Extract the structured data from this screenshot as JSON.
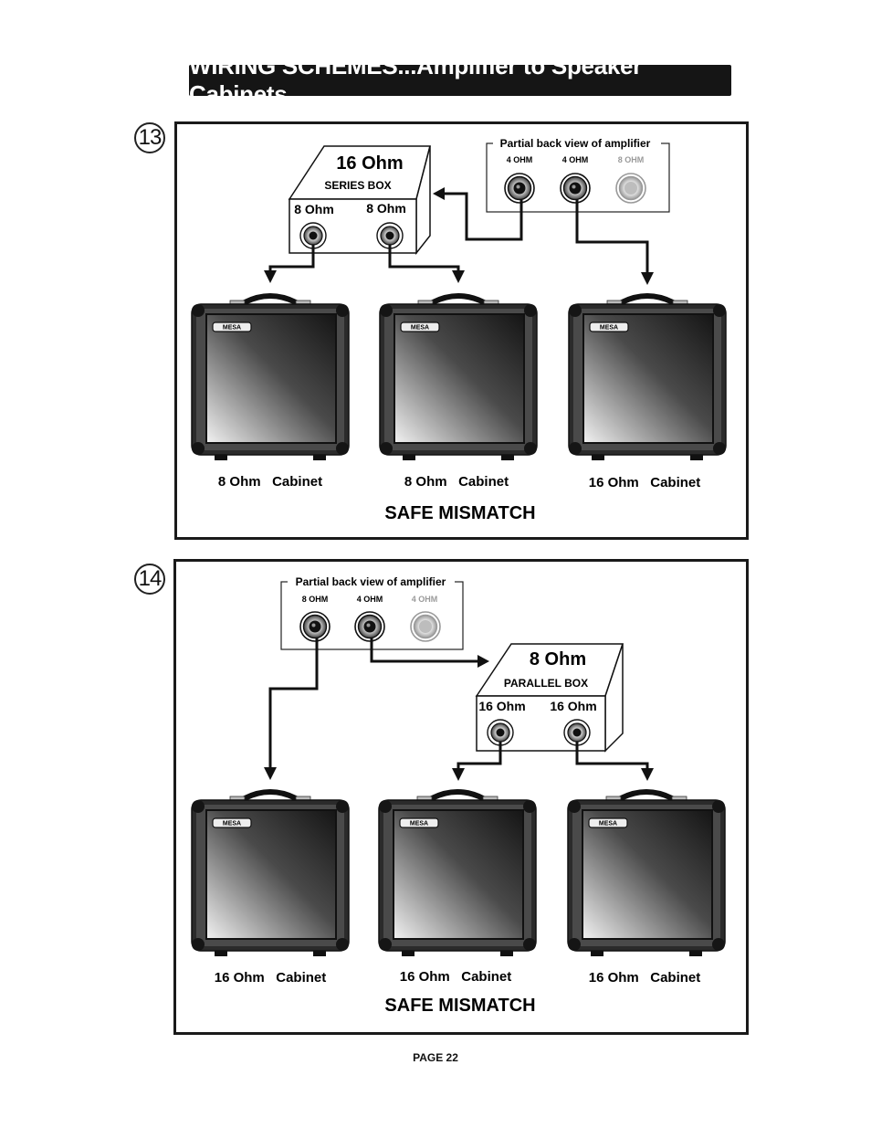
{
  "title": "WIRING SCHEMES...Amplifier to Speaker Cabinets",
  "page_number": "PAGE 22",
  "figures": [
    {
      "number": "13",
      "amp_panel": {
        "label": "Partial back view of amplifier",
        "jacks": [
          "4 OHM",
          "4 OHM",
          "8 OHM"
        ]
      },
      "box": {
        "impedance": "16 Ohm",
        "type": "SERIES BOX",
        "outputs": [
          "8 Ohm",
          "8 Ohm"
        ]
      },
      "cabinets": [
        {
          "label": "8 Ohm   Cabinet",
          "logo": "MESA"
        },
        {
          "label": "8 Ohm   Cabinet",
          "logo": "MESA"
        },
        {
          "label": "16 Ohm   Cabinet",
          "logo": "MESA"
        }
      ],
      "result": "SAFE MISMATCH"
    },
    {
      "number": "14",
      "amp_panel": {
        "label": "Partial back view of amplifier",
        "jacks": [
          "8 OHM",
          "4 OHM",
          "4 OHM"
        ]
      },
      "box": {
        "impedance": "8 Ohm",
        "type": "PARALLEL BOX",
        "outputs": [
          "16 Ohm",
          "16 Ohm"
        ]
      },
      "cabinets": [
        {
          "label": "16 Ohm   Cabinet",
          "logo": "MESA"
        },
        {
          "label": "16 Ohm   Cabinet",
          "logo": "MESA"
        },
        {
          "label": "16 Ohm   Cabinet",
          "logo": "MESA"
        }
      ],
      "result": "SAFE MISMATCH"
    }
  ]
}
